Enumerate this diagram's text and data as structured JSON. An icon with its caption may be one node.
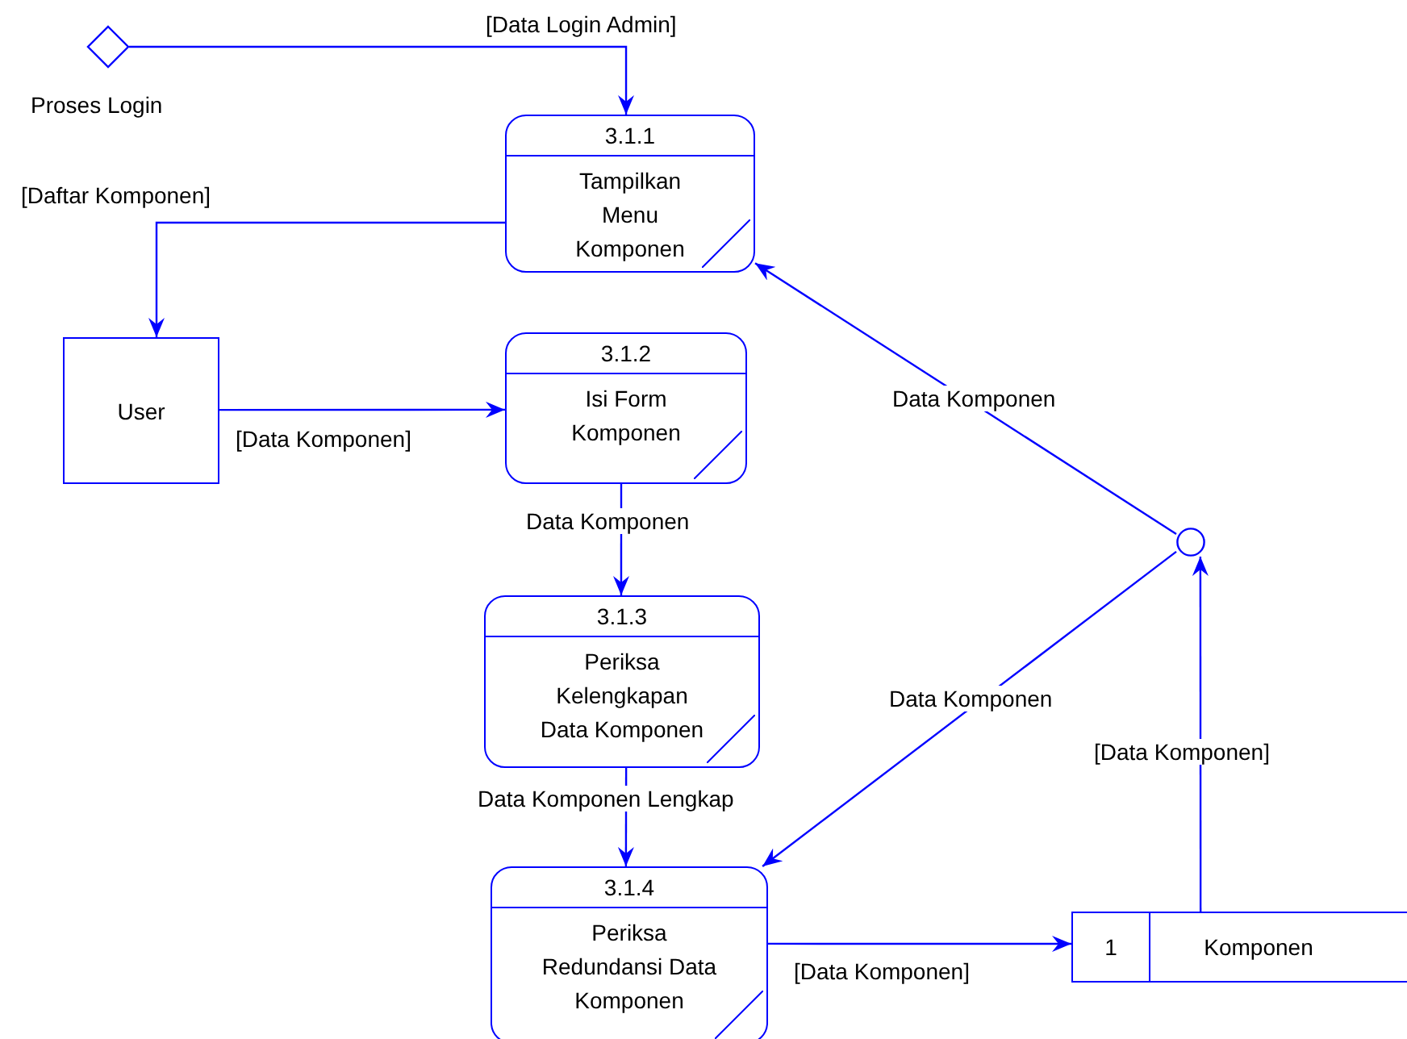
{
  "diagram": {
    "nodes": [
      {
        "text": [],
        "shape": "diamond",
        "beside": [
          "Proses Login"
        ]
      },
      {
        "text": [
          "3.1.1",
          "Tampilkan Menu Komponen"
        ]
      },
      {
        "text": [
          "User"
        ]
      },
      {
        "text": [
          "3.1.2",
          "Isi Form Komponen"
        ]
      },
      {
        "text": [
          "3.1.3",
          "Periksa Kelengkapan Data Komponen"
        ]
      },
      {
        "text": [
          "3.1.4",
          "Periksa Redundansi Data Komponen"
        ]
      },
      {
        "text": [],
        "shape": "circle"
      },
      {
        "text": [
          "1",
          "Komponen"
        ]
      }
    ],
    "edges": [
      {
        "from": 0,
        "to": 1,
        "arrow": "to",
        "label": "[Data Login Admin]"
      },
      {
        "from": 1,
        "to": 2,
        "arrow": "to",
        "label": "[Daftar Komponen]"
      },
      {
        "from": 2,
        "to": 3,
        "arrow": "to",
        "label": "[Data Komponen]"
      },
      {
        "from": 3,
        "to": 4,
        "arrow": "to",
        "label": "Data Komponen"
      },
      {
        "from": 4,
        "to": 5,
        "arrow": "to",
        "label": "Data Komponen Lengkap"
      },
      {
        "from": 5,
        "to": 7,
        "arrow": "to",
        "label": "[Data Komponen]"
      },
      {
        "from": 7,
        "to": 6,
        "arrow": "to",
        "label": "[Data Komponen]"
      },
      {
        "from": 6,
        "to": 1,
        "arrow": "to",
        "label": "Data Komponen"
      },
      {
        "from": 6,
        "to": 5,
        "arrow": "to",
        "label": "Data Komponen"
      }
    ]
  }
}
